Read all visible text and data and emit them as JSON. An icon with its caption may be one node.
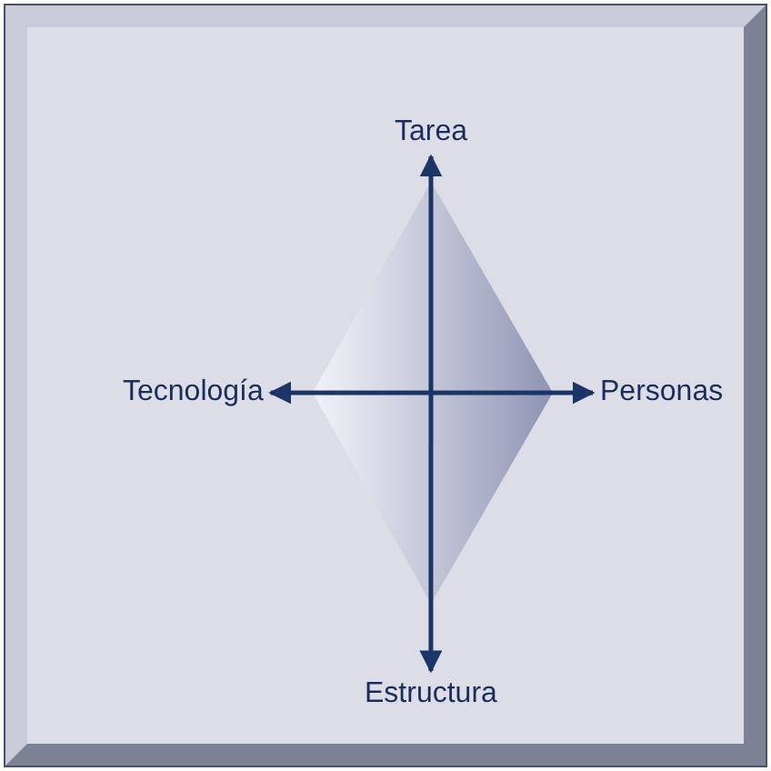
{
  "diagram": {
    "nodes": [
      {
        "text": [
          "Tarea"
        ]
      },
      {
        "text": [
          "Tecnología"
        ]
      },
      {
        "text": [
          "Personas"
        ]
      },
      {
        "text": [
          "Estructura"
        ]
      }
    ],
    "edges": [
      {
        "from": 0,
        "to": 3,
        "arrow": "both"
      },
      {
        "from": 1,
        "to": 2,
        "arrow": "both"
      }
    ]
  }
}
